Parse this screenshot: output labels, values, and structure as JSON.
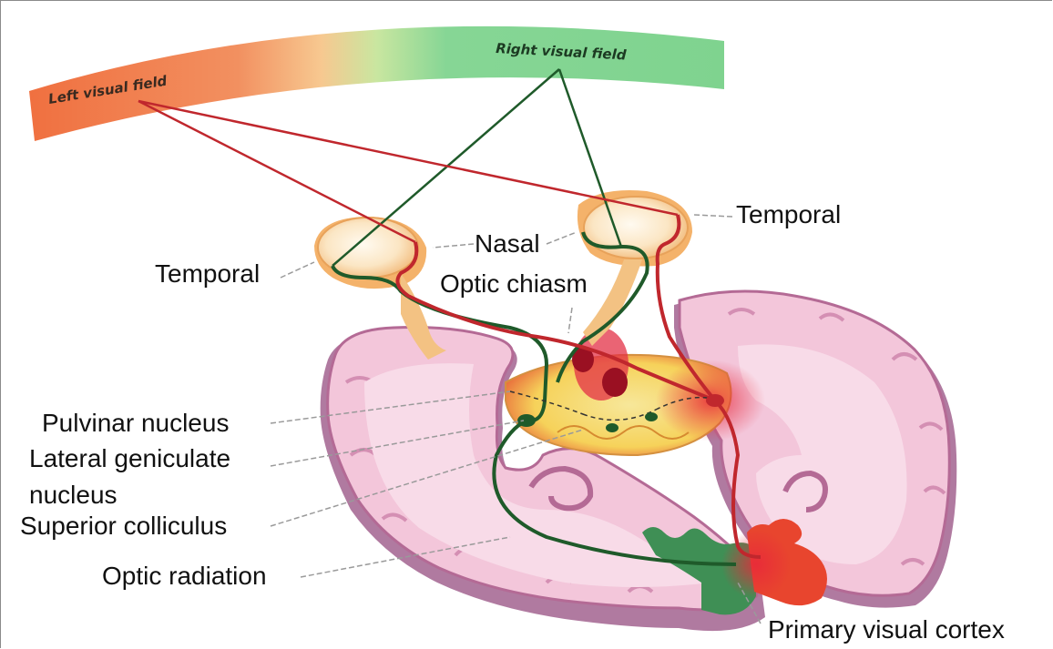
{
  "fields": {
    "left": "Left visual field",
    "right": "Right visual field"
  },
  "labels": {
    "temporal_left": "Temporal",
    "temporal_right": "Temporal",
    "nasal": "Nasal",
    "optic_chiasm": "Optic chiasm",
    "pulvinar_nucleus": "Pulvinar nucleus",
    "lateral_geniculate_line1": "Lateral geniculate",
    "lateral_geniculate_line2": "nucleus",
    "superior_colliculus": "Superior colliculus",
    "optic_radiation": "Optic radiation",
    "primary_visual_cortex": "Primary visual cortex"
  },
  "colors": {
    "left_field": "#f0784e",
    "right_field": "#7fd38f",
    "left_pathway": "#c0272d",
    "right_pathway": "#1f5a2a",
    "brain_fill": "#f3c9dc",
    "brain_edge": "#b46a95",
    "thalamus": "#f4e27a",
    "eye": "#f8d7a8"
  }
}
